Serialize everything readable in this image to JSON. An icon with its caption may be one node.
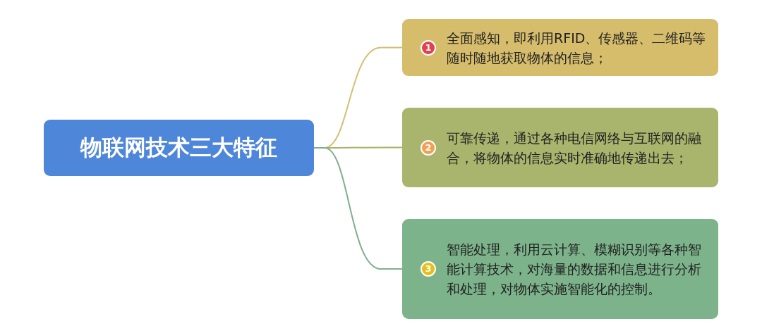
{
  "diagram": {
    "nodes": [
      {
        "text": [
          "物联网技术三大特征"
        ]
      },
      {
        "text": [
          "1",
          "全面感知，即利用RFID、传感器、二维码等随时随地获取物体的信息；"
        ]
      },
      {
        "text": [
          "2",
          "可靠传递，通过各种电信网络与互联网的融合，将物体的信息实时准确地传递出去；"
        ]
      },
      {
        "text": [
          "3",
          "智能处理，利用云计算、模糊识别等各种智能计算技术，对海量的数据和信息进行分析和处理，对物体实施智能化的控制。"
        ]
      }
    ],
    "edges": [
      {
        "from": 0,
        "to": 1,
        "arrow": "none",
        "color": "#d2bf72"
      },
      {
        "from": 0,
        "to": 2,
        "arrow": "none",
        "color": "#a8b46a"
      },
      {
        "from": 0,
        "to": 3,
        "arrow": "none",
        "color": "#7fb08c"
      }
    ]
  }
}
